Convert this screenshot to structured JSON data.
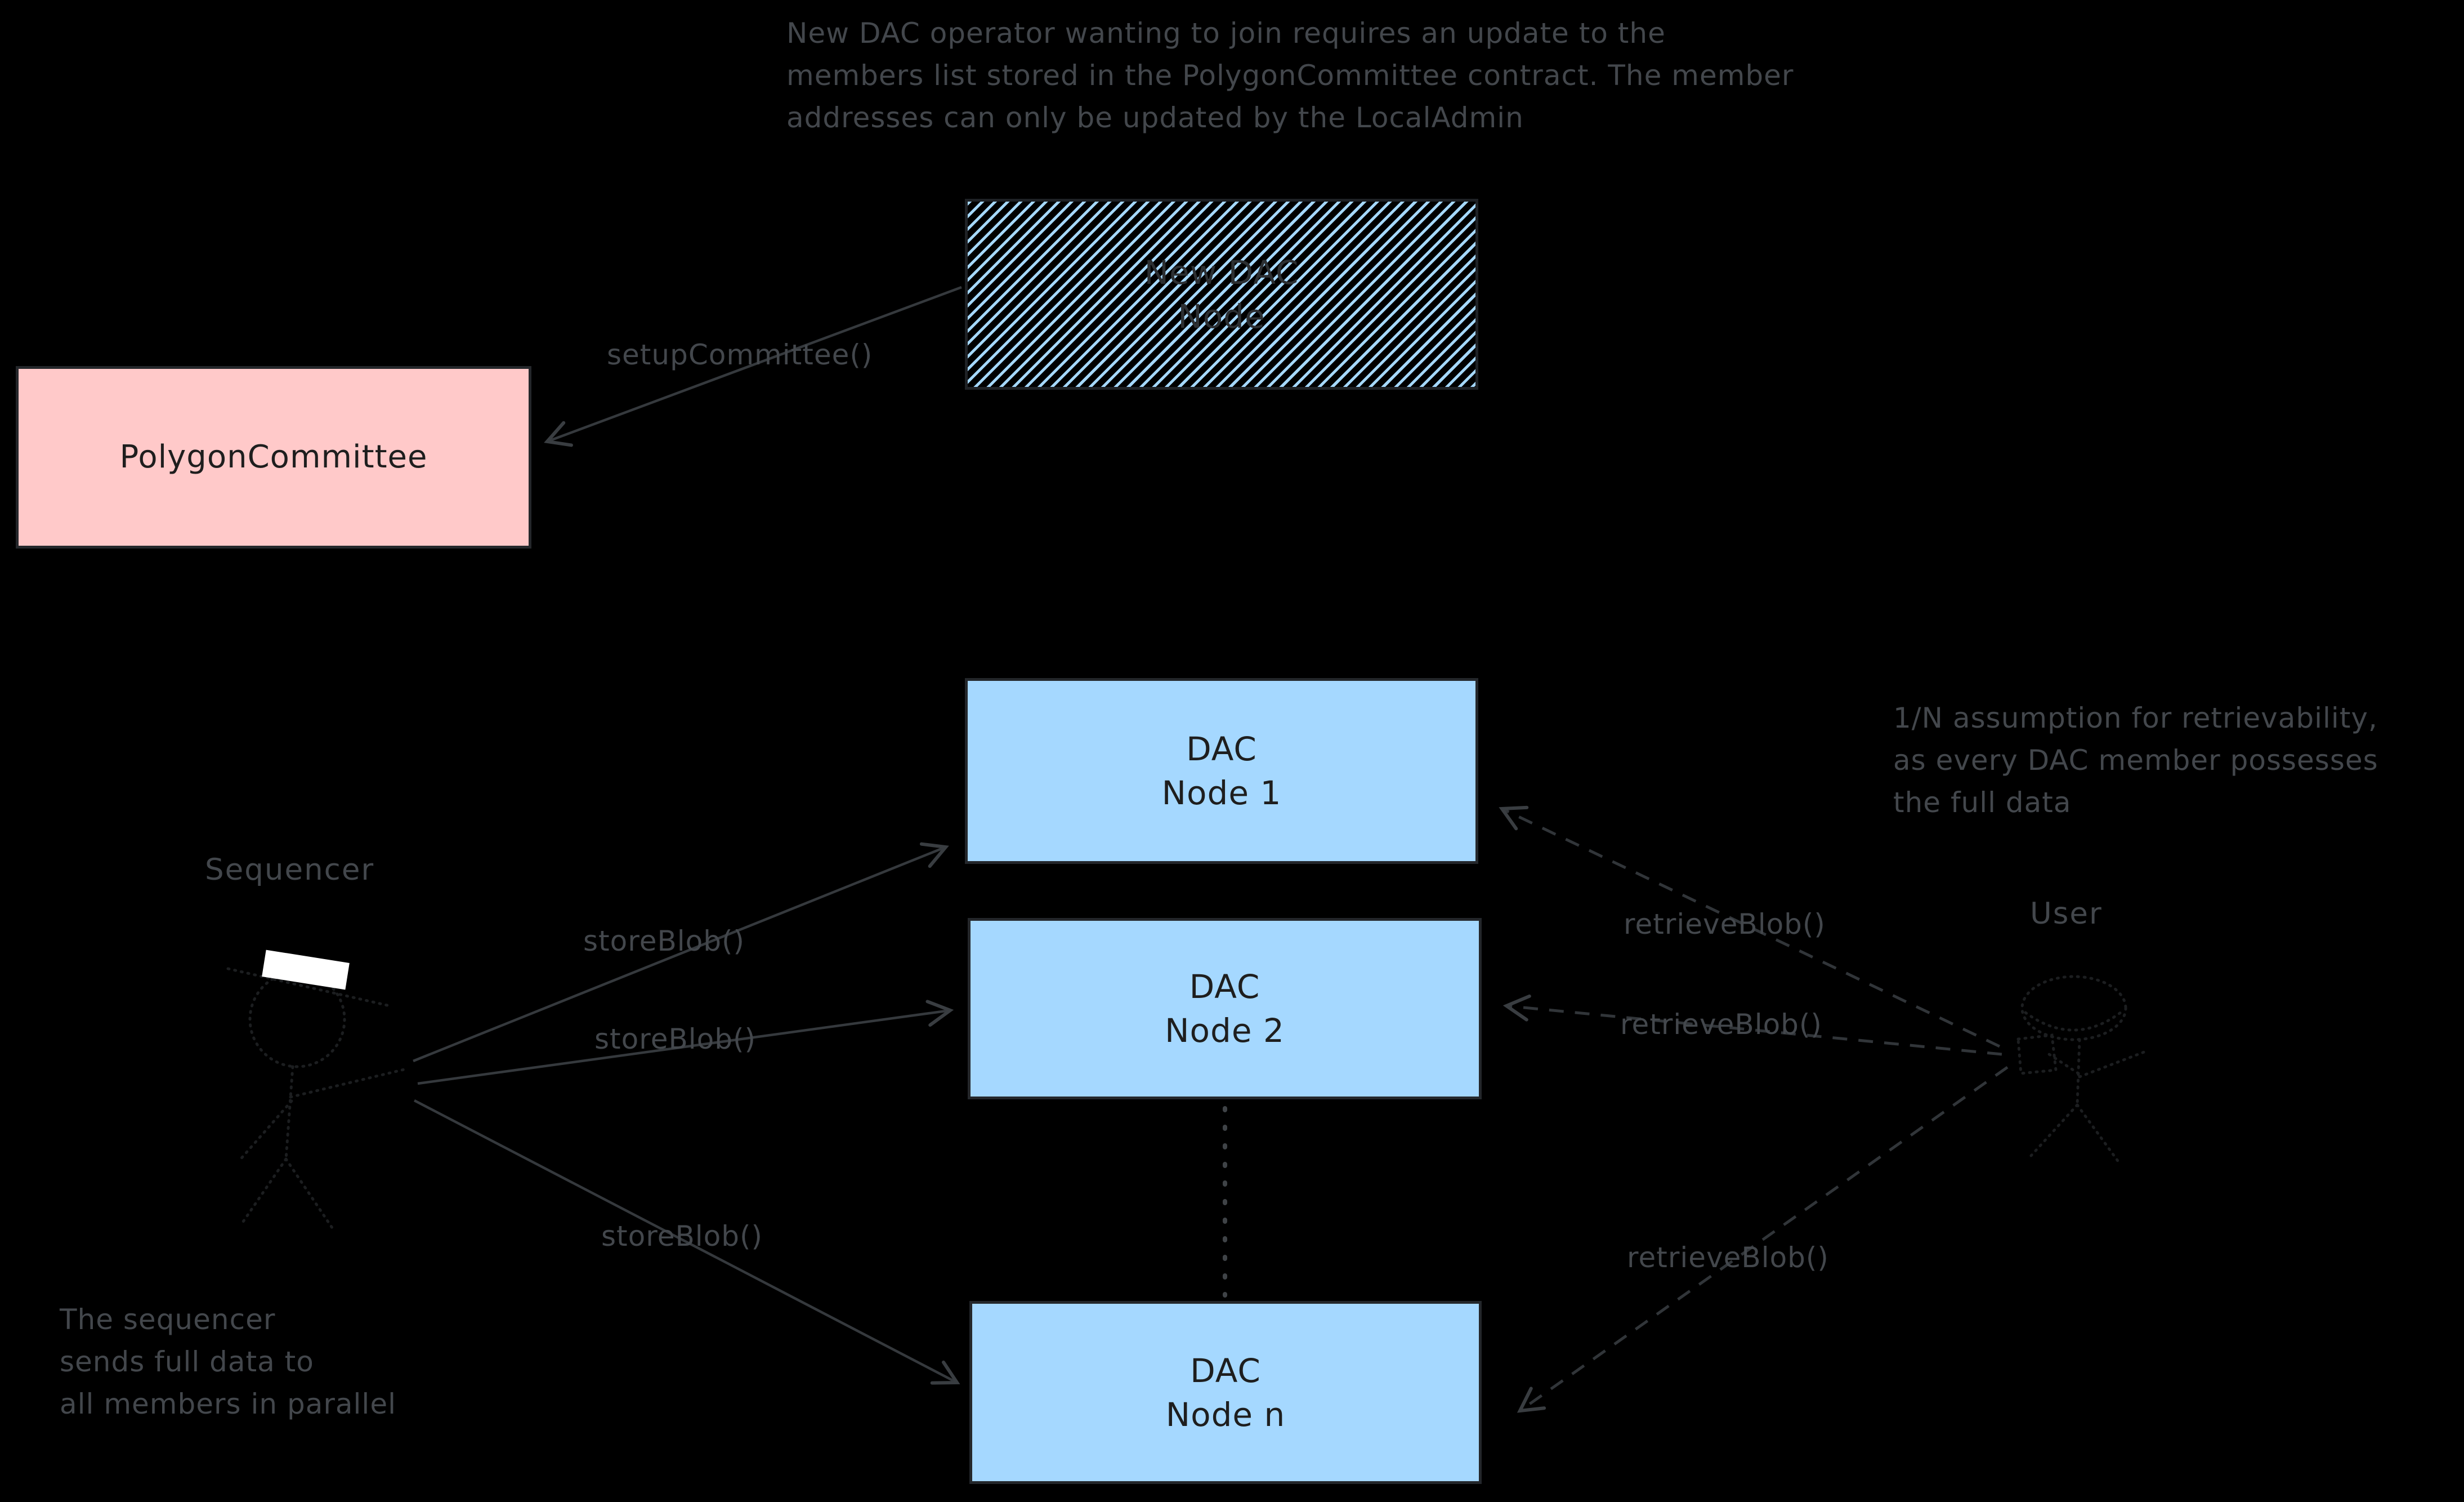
{
  "colors": {
    "background": "#000000",
    "node_fill_blue": "#a5d8ff",
    "committee_fill_pink": "#ffc9c9",
    "ink_dark": "#1e1e1e",
    "annotation_gray": "#43474c",
    "sequencer_hat_white": "#ffffff"
  },
  "notes": {
    "new_dac_note": {
      "line1": "New DAC operator wanting to join requires an update to the",
      "line2": "members list stored in the PolygonCommittee contract. The member",
      "line3": "addresses can only be updated by the LocalAdmin"
    },
    "retrievability_note": {
      "line1": "1/N assumption for retrievability,",
      "line2": "as every DAC member possesses",
      "line3": "the full data"
    },
    "sequencer_note": {
      "line1": "The sequencer",
      "line2": "sends full data to",
      "line3": "all members in parallel"
    }
  },
  "actors": {
    "sequencer_label": "Sequencer",
    "user_label": "User"
  },
  "nodes": {
    "new_dac_node": {
      "line1": "New DAC",
      "line2": "Node"
    },
    "polygon_committee": {
      "label": "PolygonCommittee"
    },
    "dac_node_1": {
      "line1": "DAC",
      "line2": "Node 1"
    },
    "dac_node_2": {
      "line1": "DAC",
      "line2": "Node 2"
    },
    "dac_node_n": {
      "line1": "DAC",
      "line2": "Node n"
    }
  },
  "edge_labels": {
    "setup_committee": "setupCommittee()",
    "store_blob_1": "storeBlob()",
    "store_blob_2": "storeBlob()",
    "store_blob_3": "storeBlob()",
    "retrieve_blob_1": "retrieveBlob()",
    "retrieve_blob_2": "retrieveBlob()",
    "retrieve_blob_3": "retrieveBlob()"
  }
}
